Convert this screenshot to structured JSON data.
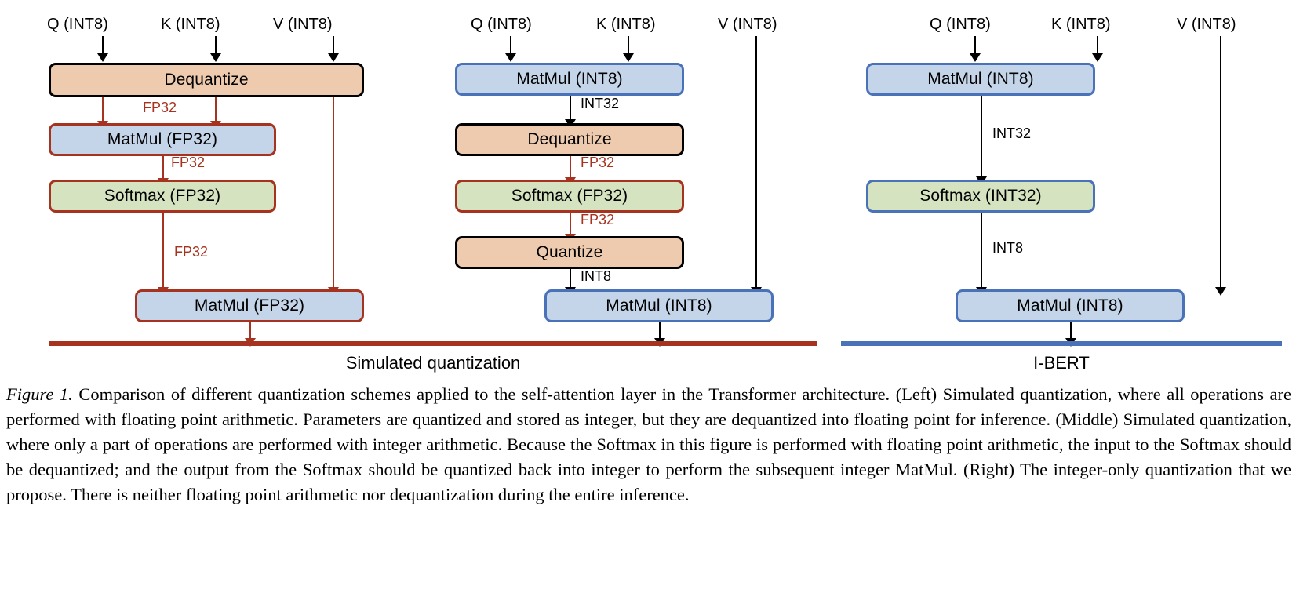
{
  "figure": {
    "label": "Figure 1.",
    "caption": " Comparison of different quantization schemes applied to the self-attention layer in the Transformer architecture. (Left) Simulated quantization, where all operations are performed with floating point arithmetic. Parameters are quantized and stored as integer, but they are dequantized into floating point for inference. (Middle) Simulated quantization, where only a part of operations are performed with integer arithmetic. Because the Softmax in this figure is performed with floating point arithmetic, the input to the Softmax should be dequantized; and the output from the Softmax should be quantized back into integer to perform the subsequent integer MatMul. (Right) The integer-only quantization that we propose. There is neither floating point arithmetic nor dequantization during the entire inference."
  },
  "colors": {
    "red": "#a6331f",
    "blue": "#4a72b8",
    "black": "#000000",
    "fill_tan": "#eecbae",
    "fill_blue": "#c5d5e9",
    "fill_green": "#d5e3c1"
  },
  "panels": [
    {
      "id": "left",
      "group_caption": "Simulated quantization",
      "bar_color": "#a6331f",
      "inputs": [
        {
          "label": "Q (INT8)"
        },
        {
          "label": "K (INT8)"
        },
        {
          "label": "V (INT8)"
        }
      ],
      "nodes": [
        {
          "label": "Dequantize",
          "fill": "tan",
          "border": "black"
        },
        {
          "label": "MatMul (FP32)",
          "fill": "blue",
          "border": "red"
        },
        {
          "label": "Softmax (FP32)",
          "fill": "green",
          "border": "red"
        },
        {
          "label": "MatMul (FP32)",
          "fill": "blue",
          "border": "red"
        }
      ],
      "edge_labels": [
        {
          "text": "FP32",
          "color": "red"
        },
        {
          "text": "FP32",
          "color": "red"
        },
        {
          "text": "FP32",
          "color": "red"
        }
      ]
    },
    {
      "id": "middle",
      "group_caption": "Simulated quantization",
      "bar_color": "#a6331f",
      "inputs": [
        {
          "label": "Q (INT8)"
        },
        {
          "label": "K (INT8)"
        },
        {
          "label": "V (INT8)"
        }
      ],
      "nodes": [
        {
          "label": "MatMul (INT8)",
          "fill": "blue",
          "border": "blue"
        },
        {
          "label": "Dequantize",
          "fill": "tan",
          "border": "black"
        },
        {
          "label": "Softmax (FP32)",
          "fill": "green",
          "border": "red"
        },
        {
          "label": "Quantize",
          "fill": "tan",
          "border": "black"
        },
        {
          "label": "MatMul (INT8)",
          "fill": "blue",
          "border": "blue"
        }
      ],
      "edge_labels": [
        {
          "text": "INT32",
          "color": "black"
        },
        {
          "text": "FP32",
          "color": "red"
        },
        {
          "text": "FP32",
          "color": "red"
        },
        {
          "text": "INT8",
          "color": "black"
        }
      ]
    },
    {
      "id": "right",
      "group_caption": "I-BERT",
      "bar_color": "#4a72b8",
      "inputs": [
        {
          "label": "Q (INT8)"
        },
        {
          "label": "K (INT8)"
        },
        {
          "label": "V (INT8)"
        }
      ],
      "nodes": [
        {
          "label": "MatMul (INT8)",
          "fill": "blue",
          "border": "blue"
        },
        {
          "label": "Softmax (INT32)",
          "fill": "green",
          "border": "blue"
        },
        {
          "label": "MatMul (INT8)",
          "fill": "blue",
          "border": "blue"
        }
      ],
      "edge_labels": [
        {
          "text": "INT32",
          "color": "black"
        },
        {
          "text": "INT8",
          "color": "black"
        }
      ]
    }
  ]
}
